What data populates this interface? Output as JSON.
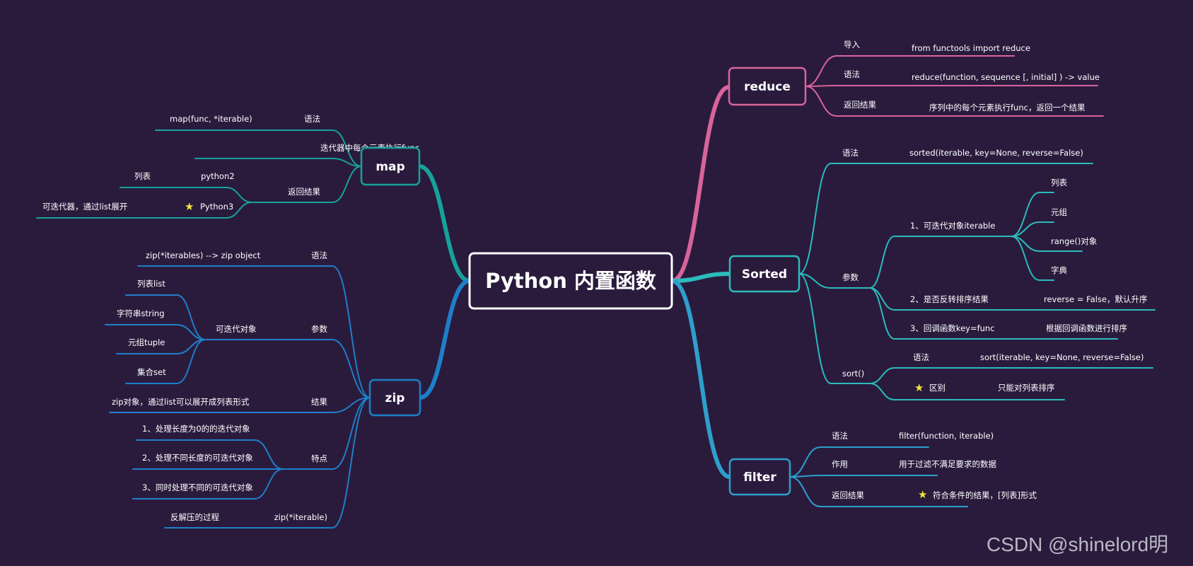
{
  "root": {
    "label": "Python 内置函数"
  },
  "colors": {
    "background": "#2a1b3d",
    "reduce": "#d8649b",
    "sorted": "#2bbcbc",
    "filter": "#2e9fcc",
    "map": "#16a29a",
    "zip": "#1e7fc9",
    "root_border": "#ffffff",
    "star": "#f7e43a"
  },
  "branches": {
    "reduce": {
      "label": "reduce",
      "items": [
        {
          "key": "导入",
          "value": "from functools import reduce"
        },
        {
          "key": "语法",
          "value": "reduce(function, sequence [, initial] ) -> value"
        },
        {
          "key": "返回结果",
          "value": "序列中的每个元素执行func，返回一个结果"
        }
      ]
    },
    "sorted": {
      "label": "Sorted",
      "syntax": {
        "key": "语法",
        "value": "sorted(iterable, key=None, reverse=False)"
      },
      "params": {
        "label": "参数",
        "iterable": {
          "label": "1、可迭代对象iterable",
          "types": [
            "列表",
            "元组",
            "range()对象",
            "字典"
          ]
        },
        "reverse": {
          "label": "2、是否反转排序结果",
          "value": "reverse = False，默认升序"
        },
        "key": {
          "label": "3、回调函数key=func",
          "value": "根据回调函数进行排序"
        }
      },
      "sort": {
        "label": "sort()",
        "syntax": {
          "key": "语法",
          "value": "sort(iterable, key=None, reverse=False)"
        },
        "diff": {
          "key": "区别",
          "value": "只能对列表排序",
          "starred": true
        }
      }
    },
    "filter": {
      "label": "filter",
      "items": [
        {
          "key": "语法",
          "value": "filter(function, iterable)"
        },
        {
          "key": "作用",
          "value": "用于过滤不满足要求的数据"
        },
        {
          "key": "返回结果",
          "value": "符合条件的结果，[列表]形式",
          "starred": true
        }
      ]
    },
    "map": {
      "label": "map",
      "syntax": {
        "key": "语法",
        "value": "map(func, *iterable)"
      },
      "desc": "迭代器中每个元素执行func",
      "result": {
        "label": "返回结果",
        "py2": {
          "key": "python2",
          "value": "列表"
        },
        "py3": {
          "key": "Python3",
          "value": "可迭代器，通过list展开",
          "starred": true
        }
      }
    },
    "zip": {
      "label": "zip",
      "syntax": {
        "key": "语法",
        "value": "zip(*iterables) --> zip object"
      },
      "params": {
        "label": "参数",
        "sub": "可迭代对象",
        "types": [
          "列表list",
          "字符串string",
          "元组tuple",
          "集合set"
        ]
      },
      "result": {
        "key": "结果",
        "value": "zip对象，通过list可以展开成列表形式"
      },
      "features": {
        "label": "特点",
        "items": [
          "1、处理长度为0的的迭代对象",
          "2、处理不同长度的可迭代对象",
          "3、同时处理不同的可迭代对象"
        ]
      },
      "unzip": {
        "key": "zip(*iterable)",
        "value": "反解压的过程"
      }
    }
  },
  "watermark": "CSDN @shinelord明"
}
